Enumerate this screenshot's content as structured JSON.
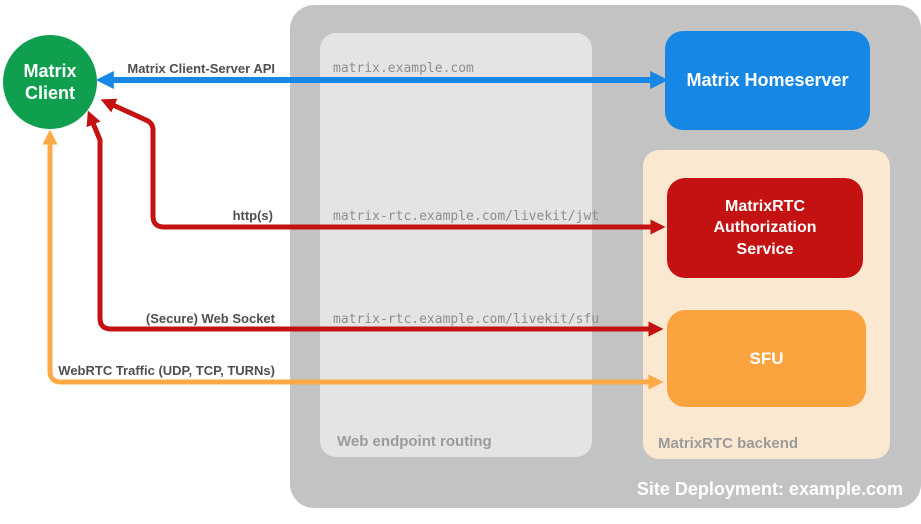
{
  "client": {
    "label": "Matrix Client"
  },
  "nodes": {
    "homeserver": {
      "label": "Matrix Homeserver"
    },
    "auth_service": {
      "label": "MatrixRTC Authorization Service"
    },
    "sfu": {
      "label": "SFU"
    }
  },
  "groups": {
    "routing": {
      "label": "Web endpoint routing"
    },
    "backend": {
      "label": "MatrixRTC backend"
    }
  },
  "connections": [
    {
      "label": "Matrix Client-Server API",
      "route": "matrix.example.com"
    },
    {
      "label": "http(s)",
      "route": "matrix-rtc.example.com/livekit/jwt"
    },
    {
      "label": "(Secure) Web Socket",
      "route": "matrix-rtc.example.com/livekit/sfu"
    },
    {
      "label": "WebRTC Traffic (UDP, TCP, TURNs)",
      "route": ""
    }
  ],
  "footer": {
    "title": "Site Deployment: example.com"
  },
  "colors": {
    "client_green": "#0f9f4e",
    "homeserver_blue": "#1687e5",
    "auth_red": "#c41212",
    "sfu_orange": "#fba33e",
    "arrow_orange": "#fbaa47",
    "container_gray": "#c3c3c3",
    "routing_gray": "#e4e4e4",
    "backend_peach": "#fbe8d1"
  }
}
